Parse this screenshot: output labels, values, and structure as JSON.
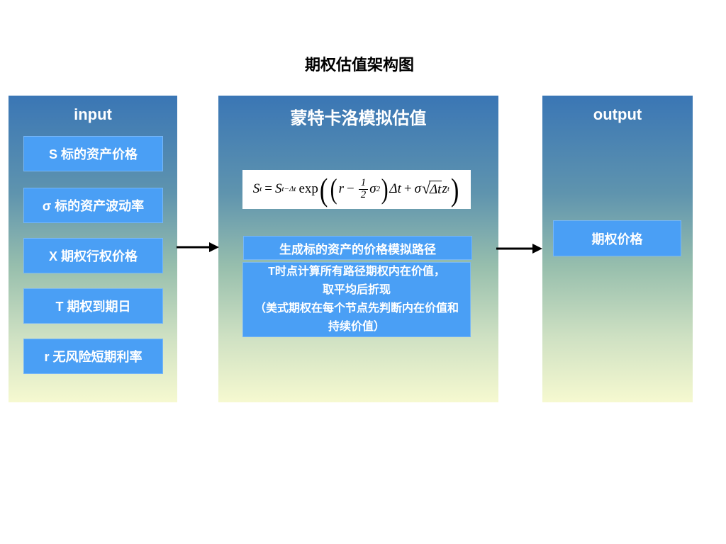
{
  "title": "期权估值架构图",
  "columns": {
    "input": {
      "header": "input",
      "items": [
        {
          "label": "S 标的资产价格"
        },
        {
          "label": "σ 标的资产波动率"
        },
        {
          "label": "X 期权行权价格"
        },
        {
          "label": "T 期权到期日"
        },
        {
          "label": "r 无风险短期利率"
        }
      ]
    },
    "process": {
      "header": "蒙特卡洛模拟估值",
      "formula": {
        "lhs": "S",
        "lhs_sub": "t",
        "eq": "=",
        "rhs": "S",
        "rhs_sub": "t−Δt",
        "exp": "exp",
        "lp_outer": "(",
        "lp_inner": "(",
        "r": "r",
        "minus": "−",
        "frac_num": "1",
        "frac_den": "2",
        "sigma": "σ",
        "sigma_exp": "2",
        "rp_inner": ")",
        "delta_t": "Δt",
        "plus": "+",
        "sigma2": "σ",
        "radical": "√",
        "radicand": "Δt",
        "z": "z",
        "z_sub": "t",
        "rp_outer": ")"
      },
      "steps": [
        {
          "label": "生成标的资产的价格模拟路径"
        },
        {
          "lines": [
            "T时点计算所有路径期权内在价值，",
            "取平均后折现",
            "（美式期权在每个节点先判断内在价值和",
            "持续价值）"
          ]
        }
      ]
    },
    "output": {
      "header": "output",
      "items": [
        {
          "label": "期权价格"
        }
      ]
    }
  },
  "colors": {
    "panel_gradient_top": "#3a76b5",
    "panel_gradient_mid": "#98bfad",
    "panel_gradient_bottom": "#f6f9d0",
    "box_blue": "#4a9ff5",
    "formula_bg": "#ffffff",
    "text_white": "#ffffff",
    "title_black": "#000000",
    "arrow_black": "#000000"
  }
}
